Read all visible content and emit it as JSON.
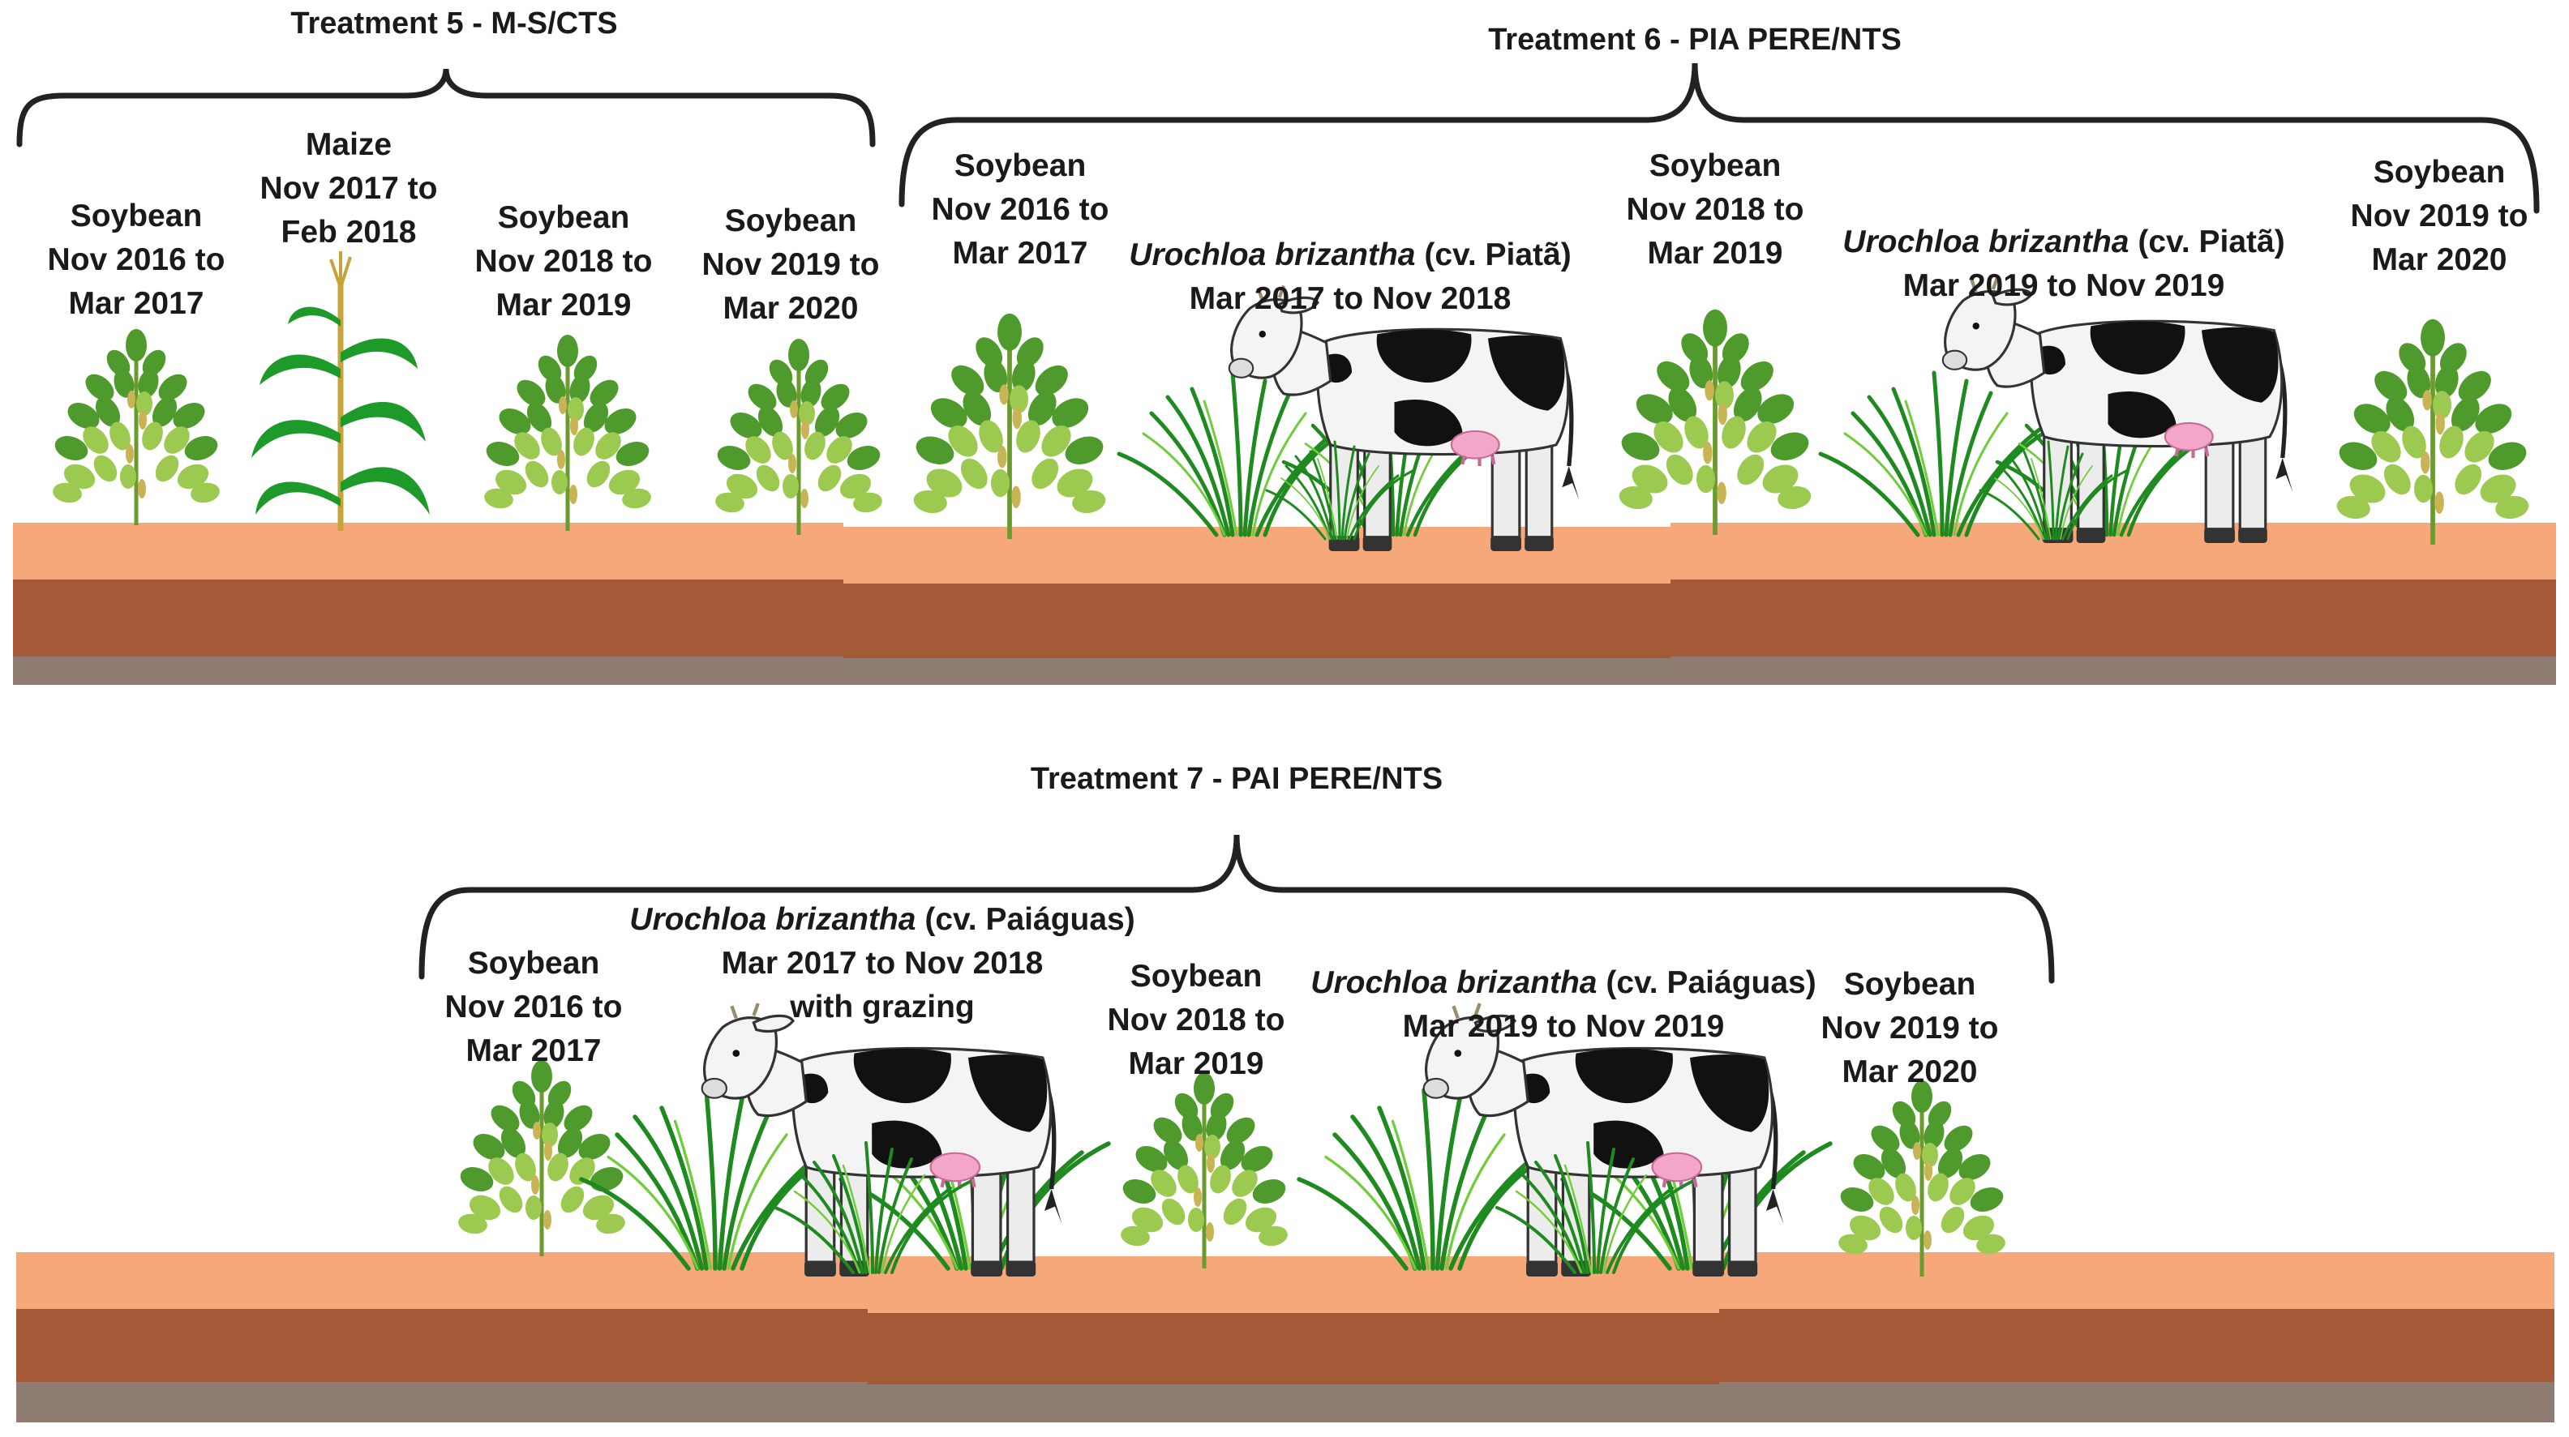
{
  "treatments": {
    "t5": {
      "title": "Treatment 5 - M-S/CTS",
      "phases": [
        {
          "line1": "Soybean",
          "line2": "Nov 2016 to",
          "line3": "Mar 2017"
        },
        {
          "line1": "Maize",
          "line2": "Nov 2017 to",
          "line3": "Feb 2018"
        },
        {
          "line1": "Soybean",
          "line2": "Nov 2018 to",
          "line3": "Mar 2019"
        },
        {
          "line1": "Soybean",
          "line2": "Nov 2019 to",
          "line3": "Mar 2020"
        }
      ]
    },
    "t6": {
      "title": "Treatment 6 - PIA PERE/NTS",
      "phases": [
        {
          "line1": "Soybean",
          "line2": "Nov 2016 to",
          "line3": "Mar 2017"
        },
        {
          "species": "Urochloa brizantha",
          "cultivar": "(cv. Piatã)",
          "line2": "Mar 2017 to Nov 2018"
        },
        {
          "line1": "Soybean",
          "line2": "Nov 2018 to",
          "line3": "Mar 2019"
        },
        {
          "species": "Urochloa brizantha",
          "cultivar": "(cv. Piatã)",
          "line2": "Mar 2019 to Nov 2019"
        },
        {
          "line1": "Soybean",
          "line2": "Nov 2019 to",
          "line3": "Mar 2020"
        }
      ]
    },
    "t7": {
      "title": "Treatment 7 - PAI PERE/NTS",
      "phases": [
        {
          "line1": "Soybean",
          "line2": "Nov 2016 to",
          "line3": "Mar 2017"
        },
        {
          "species": "Urochloa brizantha",
          "cultivar": " (cv. Paiáguas)",
          "line2": "Mar 2017 to Nov 2018",
          "line3": "with grazing"
        },
        {
          "line1": "Soybean",
          "line2": "Nov 2018 to",
          "line3": "Mar 2019"
        },
        {
          "species": "Urochloa brizantha",
          "cultivar": "(cv. Paiáguas)",
          "line2": "Mar 2019 to Nov 2019"
        },
        {
          "line1": "Soybean",
          "line2": "Nov 2019 to",
          "line3": "Mar 2020"
        }
      ]
    }
  },
  "colors": {
    "soil_top": "#f7a87a",
    "soil_mid": "#a45a36",
    "soil_bottom": "#8e7b72",
    "bracket": "#222222",
    "leaf_dark": "#4f9a2c",
    "leaf_light": "#9cc94f",
    "grass": "#1f8a1f",
    "maize": "#1e9a2a"
  }
}
